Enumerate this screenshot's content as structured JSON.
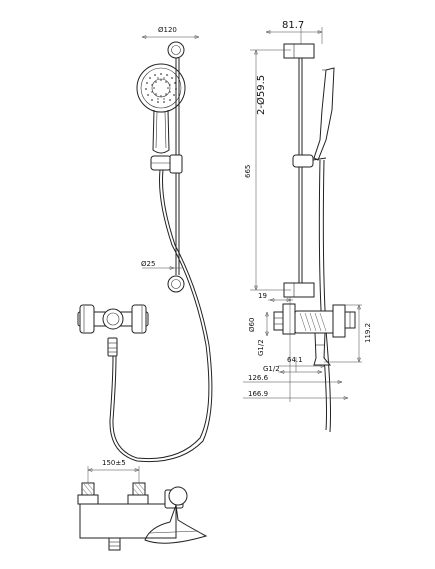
{
  "dimensions": {
    "head_diameter": "Ø120",
    "bar_offset": "81.7",
    "bracket_diameter": "2-Ø59.5",
    "rail_length": "665",
    "lower_bracket_diameter": "Ø25",
    "wall_gap": "19",
    "escutcheon_diameter": "Ø60",
    "inlet_thread": "G1/2",
    "outlet_thread": "G1/2",
    "body_height": "119.2",
    "spout_offset": "64.1",
    "depth_126": "126.6",
    "depth_166": "166.9",
    "inlet_centers": "150±5"
  }
}
